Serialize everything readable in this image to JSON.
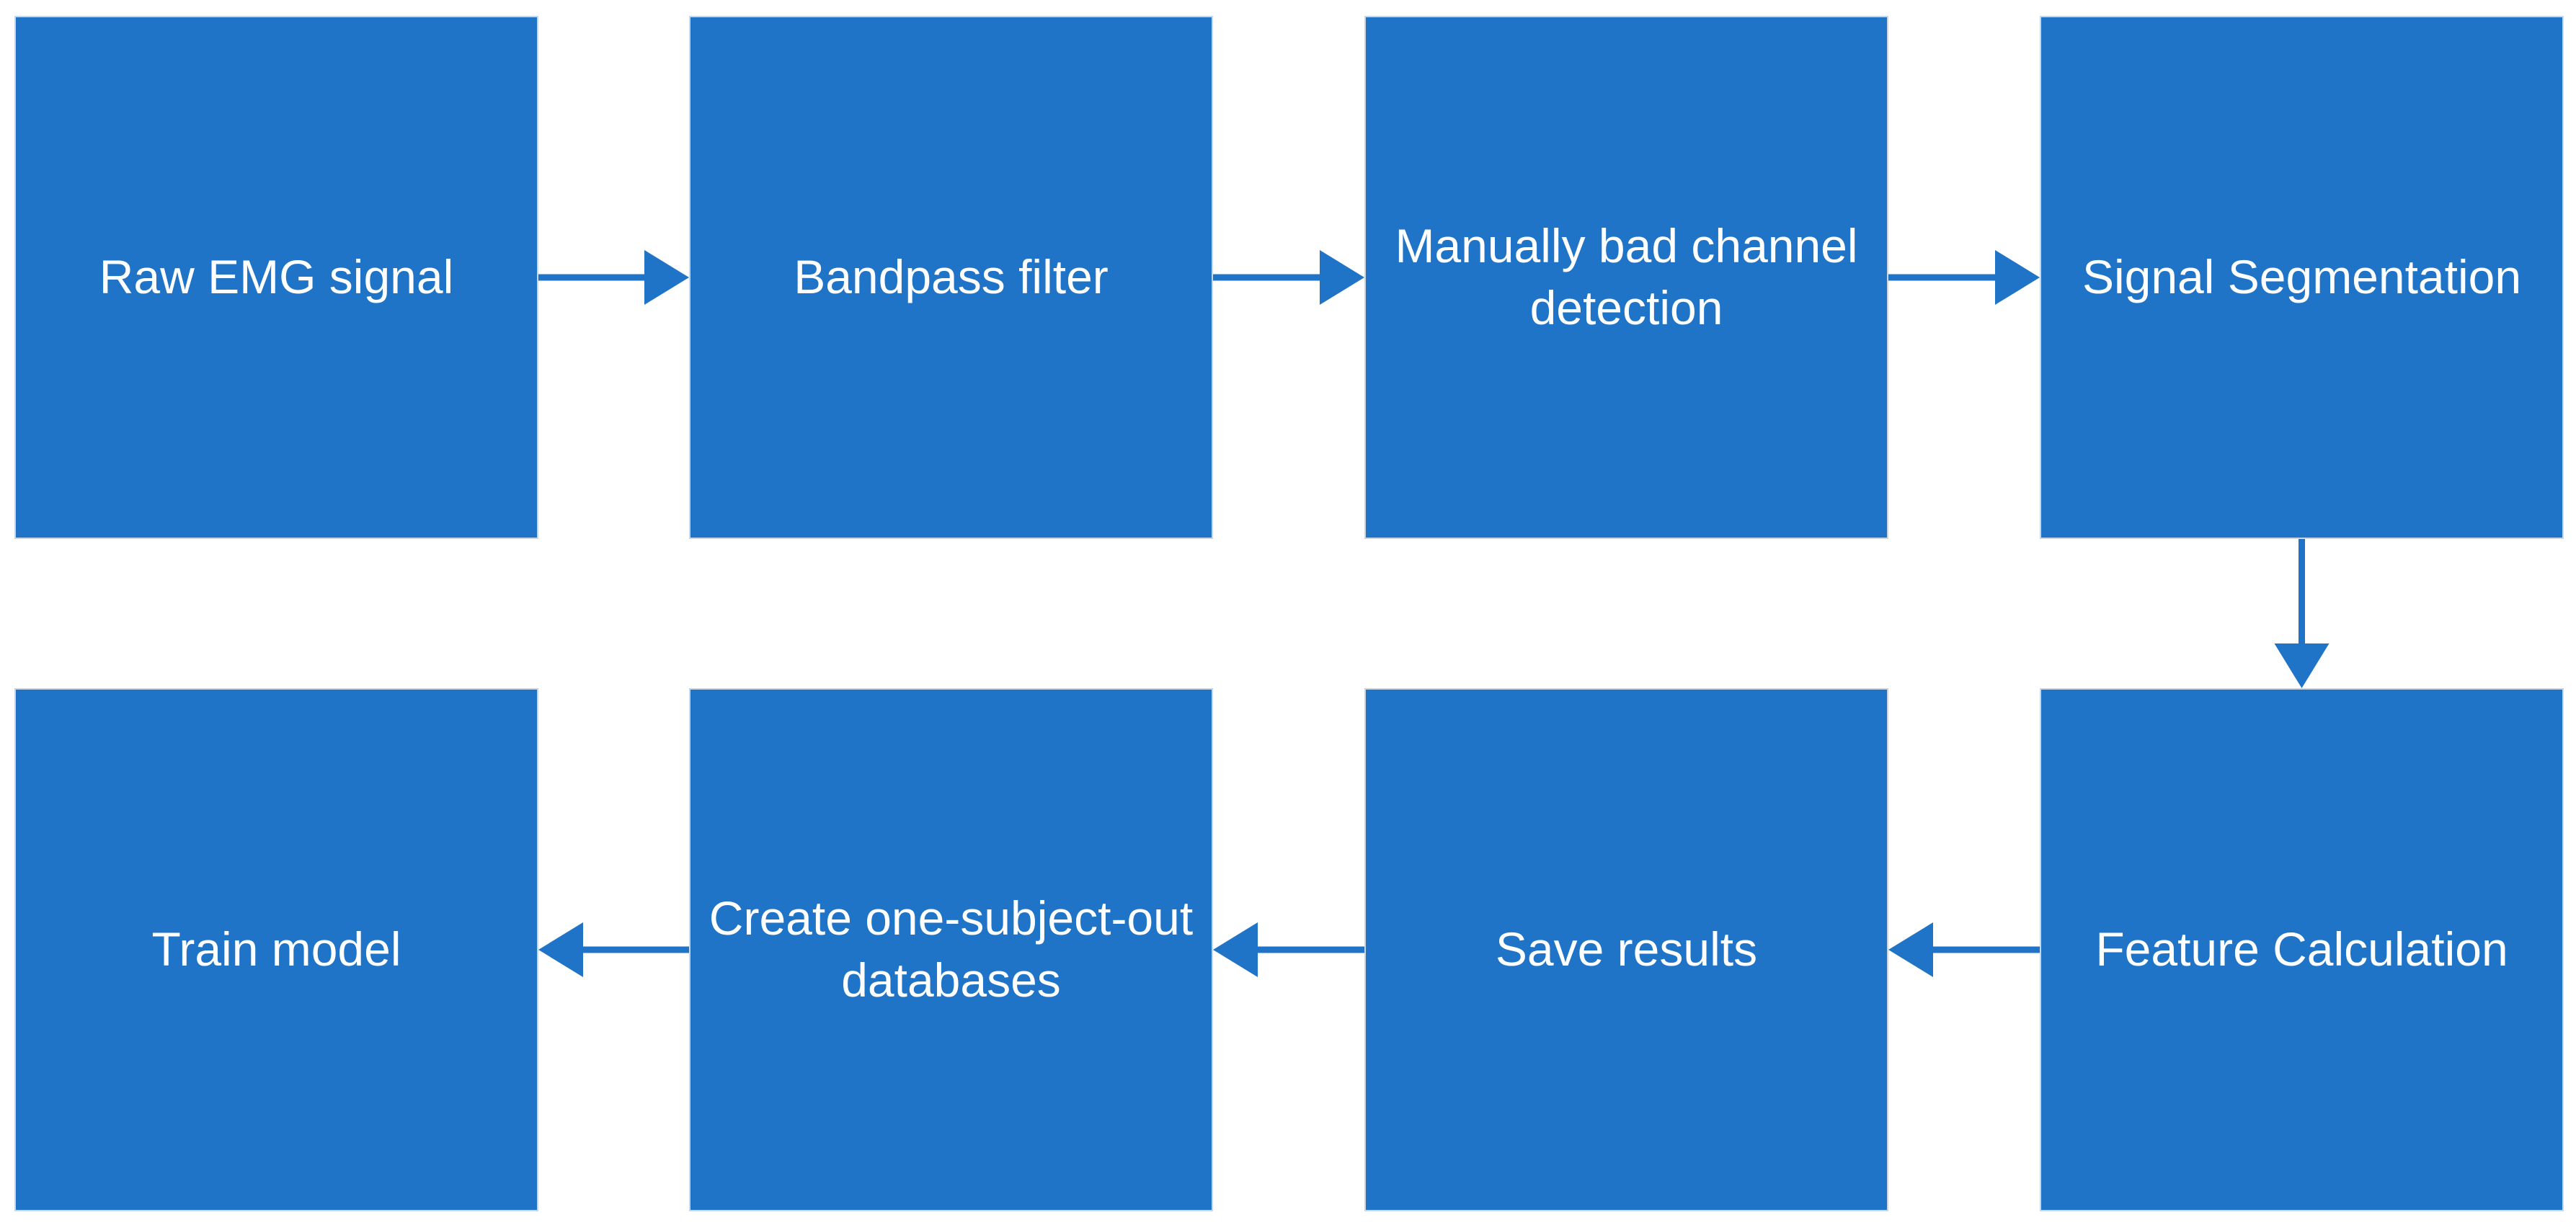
{
  "colors": {
    "box_fill": "#2074c8",
    "box_border": "#c9d6e3",
    "arrow": "#2074c8",
    "label_text": "#ffffff"
  },
  "steps": [
    {
      "label": "Raw EMG signal"
    },
    {
      "label": "Bandpass filter"
    },
    {
      "label": "Manually bad channel detection"
    },
    {
      "label": "Signal Segmentation"
    },
    {
      "label": "Feature Calculation"
    },
    {
      "label": "Save results"
    },
    {
      "label": "Create one-subject-out databases"
    },
    {
      "label": "Train model"
    }
  ],
  "connections": [
    {
      "from": 0,
      "to": 1
    },
    {
      "from": 1,
      "to": 2
    },
    {
      "from": 2,
      "to": 3
    },
    {
      "from": 3,
      "to": 4
    },
    {
      "from": 4,
      "to": 5
    },
    {
      "from": 5,
      "to": 6
    },
    {
      "from": 6,
      "to": 7
    }
  ]
}
